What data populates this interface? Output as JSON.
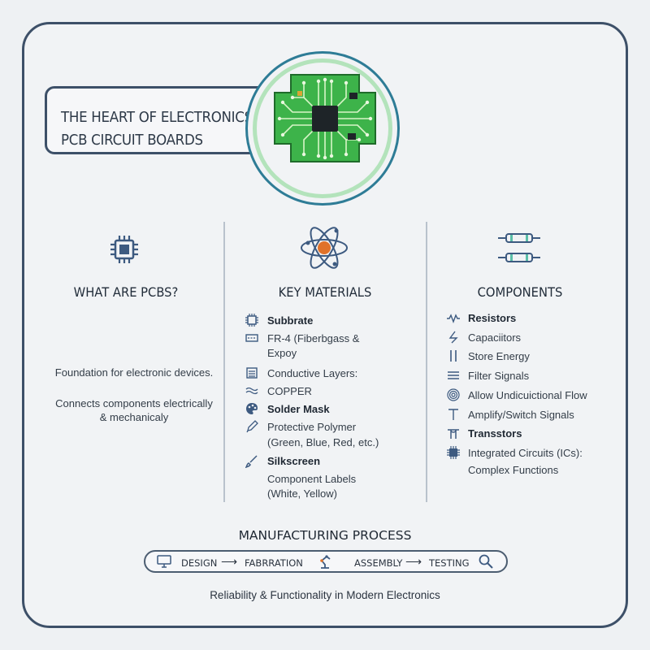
{
  "title": {
    "line1": "THE HEART OF ELECTRONICS:",
    "line2": "PCB CIRCUIT BOARDS"
  },
  "sections": {
    "what": {
      "heading": "WHAT ARE PCBS?",
      "text1": "Foundation for electronic devices.",
      "text2a": "Connects components electrically",
      "text2b": "& mechanicaly"
    },
    "materials": {
      "heading": "KEY MATERIALS",
      "items": [
        {
          "text": "Subbrate",
          "icon": "chip-icon"
        },
        {
          "text": "FR-4 (Fiberbgass &",
          "icon": "board-layer-icon"
        },
        {
          "text": "Expoy",
          "icon": ""
        },
        {
          "text": "Conductive Layers:",
          "icon": "layers-icon"
        },
        {
          "text": "COPPER",
          "icon": "wave-icon"
        },
        {
          "text": "Solder Mask",
          "icon": "palette-icon"
        },
        {
          "text": "Protective Polymer",
          "icon": "pencil-icon"
        },
        {
          "text": "(Green, Blue, Red, etc.)",
          "icon": ""
        },
        {
          "text": "Silkscreen",
          "icon": "brush-icon"
        },
        {
          "text": "Component Labels",
          "icon": ""
        },
        {
          "text": "(White, Yellow)",
          "icon": ""
        }
      ]
    },
    "components": {
      "heading": "COMPONENTS",
      "items": [
        {
          "text": "Resistors",
          "icon": "resistor-icon"
        },
        {
          "text": "Capaciitors",
          "icon": "capacitor-icon"
        },
        {
          "text": "Store Energy",
          "icon": "capacitor-plates-icon"
        },
        {
          "text": "Filter Signals",
          "icon": "lines-icon"
        },
        {
          "text": "Allow Undicuictional Flow",
          "icon": "spiral-icon"
        },
        {
          "text": "Amplify/Switch Signals",
          "icon": "transistor-t-icon"
        },
        {
          "text": "Transstors",
          "icon": "transistor-icon"
        },
        {
          "text": "Integrated Circuits (ICs):",
          "icon": "ic-icon"
        },
        {
          "text": "Complex Functions",
          "icon": ""
        }
      ]
    }
  },
  "manufacturing": {
    "heading": "MANUFACTURING PROCESS",
    "steps": [
      "DESIGN",
      "FABRRATION",
      "ASSEMBLY",
      "TESTING"
    ]
  },
  "footer": "Reliability & Functionality in Modern Electronics",
  "colors": {
    "frame": "#3d5068",
    "pcb_green": "#3db34a",
    "accent_teal": "#2e7c96",
    "atom_orange": "#e0722a"
  }
}
